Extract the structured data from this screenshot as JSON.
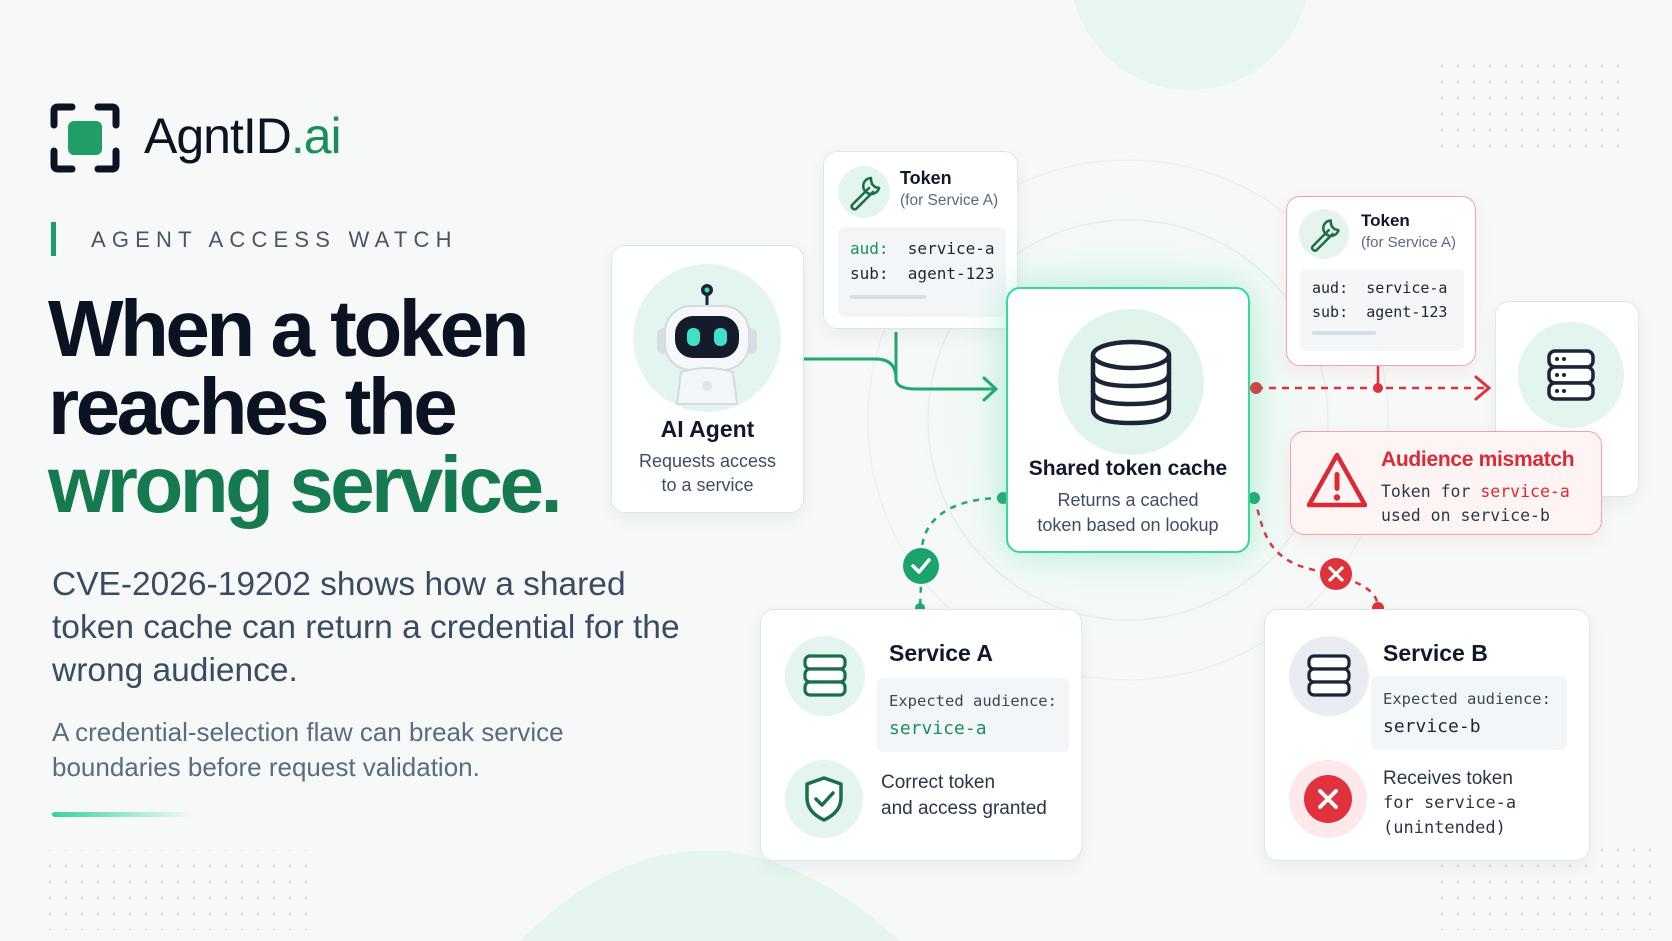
{
  "brand": {
    "name_main": "AgntID",
    "name_accent": ".ai"
  },
  "eyebrow": "AGENT ACCESS WATCH",
  "headline": {
    "line1": "When a token",
    "line2": "reaches the",
    "line3": "wrong service."
  },
  "lead": "CVE-2026-19202 shows how a shared token cache can return a credential for the wrong audience.",
  "sub": "A credential-selection flaw can break service boundaries before request validation.",
  "diagram": {
    "agent": {
      "title": "AI Agent",
      "desc_line1": "Requests access",
      "desc_line2": "to a service"
    },
    "token_a": {
      "title": "Token",
      "subtitle": "(for Service A)",
      "aud_key": "aud:",
      "aud_val": "service-a",
      "sub_key": "sub:",
      "sub_val": "agent-123"
    },
    "token_wrong": {
      "title": "Token",
      "subtitle": "(for Service A)",
      "aud_key": "aud:",
      "aud_val": "service-a",
      "sub_key": "sub:",
      "sub_val": "agent-123"
    },
    "cache": {
      "title": "Shared token cache",
      "desc_line1": "Returns a cached",
      "desc_line2": "token based on lookup"
    },
    "alert": {
      "title": "Audience mismatch",
      "line1_pre": "Token for ",
      "line1_red": "service-a",
      "line2": "used on service-b"
    },
    "service_a": {
      "title": "Service A",
      "expected_label": "Expected audience:",
      "expected_value": "service-a",
      "status_line1": "Correct token",
      "status_line2": "and access granted"
    },
    "service_b": {
      "title": "Service B",
      "expected_label": "Expected audience:",
      "expected_value": "service-b",
      "status_line1": "Receives token",
      "status_line2": "for service-a",
      "status_line3": "(unintended)"
    }
  },
  "colors": {
    "brand_green": "#1a8f5c",
    "accent_green": "#39d89a",
    "alert_red": "#e0323c",
    "ink": "#0b1222"
  },
  "icons": [
    "logo-icon",
    "robot-icon",
    "wrench-icon",
    "database-icon",
    "server-icon",
    "warning-icon",
    "check-icon",
    "close-icon",
    "shield-check-icon"
  ]
}
